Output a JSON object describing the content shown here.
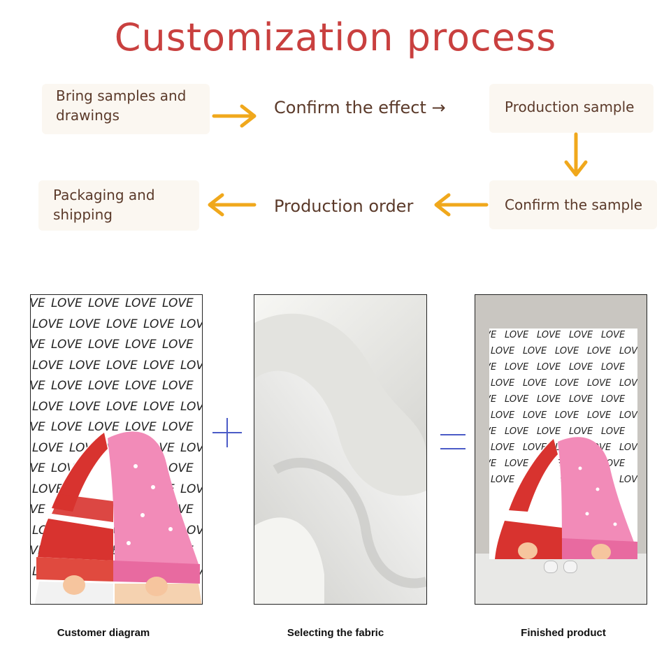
{
  "title": "Customization process",
  "steps": {
    "s1": "Bring samples and drawings",
    "s1a": "Bring samples and",
    "s1b": "drawings",
    "s2": "Confirm the effect →",
    "s3": "Production sample",
    "s4": "Confirm the sample",
    "s5": "Production order",
    "s6a": "Packaging and",
    "s6b": "shipping"
  },
  "panels": [
    {
      "caption": "Customer diagram",
      "image": "gnome-love-pattern-design"
    },
    {
      "caption": "Selecting the fabric",
      "image": "white-plush-fabric-photo"
    },
    {
      "caption": "Finished product",
      "image": "person-holding-gnome-blanket-photo"
    }
  ],
  "pattern_word": "LOVE",
  "colors": {
    "title": "#c9403f",
    "arrow": "#f0a81c",
    "step_text": "#5b3a2a",
    "operator": "#4b5bc7",
    "gnome_red": "#d8332f",
    "gnome_pink": "#f28bb8"
  },
  "operators": {
    "plus": "+",
    "equals": "="
  }
}
